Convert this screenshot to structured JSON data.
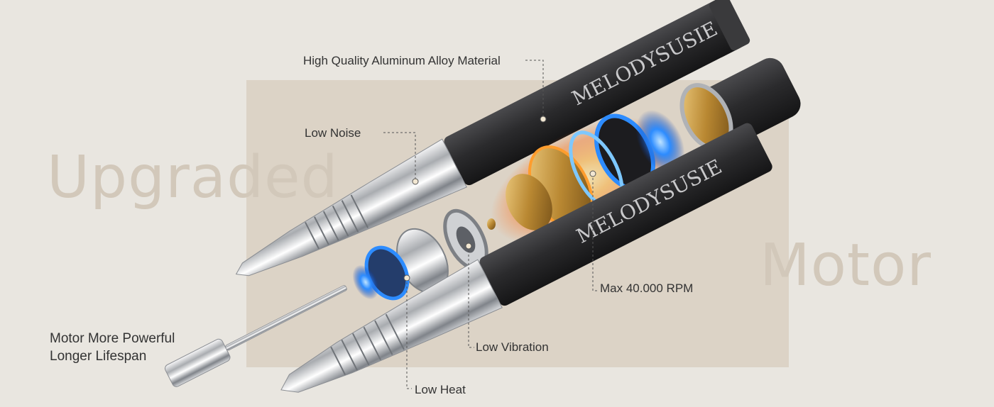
{
  "headline": {
    "left_word": "Upgraded",
    "right_word": "Motor"
  },
  "callouts": {
    "alloy": "High Quality Aluminum Alloy Material",
    "noise": "Low Noise",
    "rpm": "Max 40.000 RPM",
    "vibration": "Low Vibration",
    "heat": "Low Heat",
    "motor_line1": "Motor More Powerful",
    "motor_line2": "Longer Lifespan"
  },
  "brand": {
    "upper": "MELODYSUSIE",
    "lower": "MELODYSUSIE"
  },
  "colors": {
    "background": "#e9e6e0",
    "panel": "#dcd3c6",
    "big_text": "#d2c8ba",
    "label_text": "#333333",
    "casing": "#2e2e30",
    "chrome": "#d8dadc",
    "glow_blue": "#1e7bff",
    "glow_orange": "#ff8a1e"
  }
}
